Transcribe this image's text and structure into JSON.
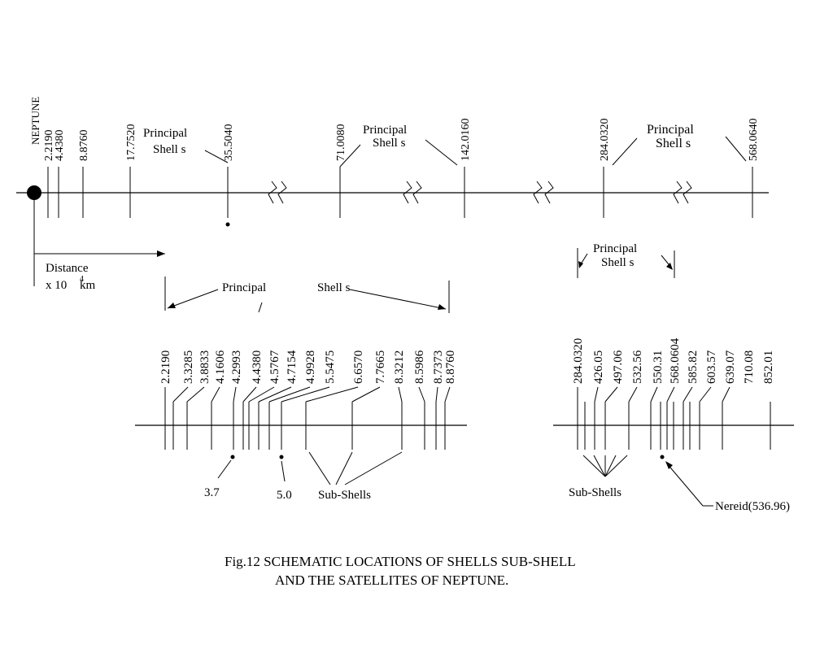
{
  "top_axis": {
    "planet_label": "NEPTUNE",
    "values": [
      "2.2190",
      "4.4380",
      "8.8760",
      "17.7520",
      "35.5040",
      "71.0080",
      "142.0160",
      "284.0320",
      "568.0640"
    ],
    "principal_word": "Principal",
    "shells_word": "Shell s",
    "distance_label": "Distance",
    "distance_unit_base": "x 10",
    "distance_exponent": "4",
    "distance_unit": "km"
  },
  "left_detail": {
    "values": [
      "2.2190",
      "3.3285",
      "3.8833",
      "4.1606",
      "4.2993",
      "4.4380",
      "4.5767",
      "4.7154",
      "4.9928",
      "5.5475",
      "6.6570",
      "7.7665",
      "8.3212",
      "8.5986",
      "8.7373",
      "8.8760"
    ],
    "principal_word": "Principal",
    "shells_word": "Shell s",
    "satellites": [
      "3.7",
      "5.0"
    ],
    "subshells_label": "Sub-Shells"
  },
  "right_detail": {
    "values": [
      "284.0320",
      "426.05",
      "497.06",
      "532.56",
      "550.31",
      "568.0604",
      "585.82",
      "603.57",
      "639.07",
      "710.08",
      "852.01"
    ],
    "principal_word": "Principal",
    "shells_word": "Shell s",
    "subshells_label": "Sub-Shells",
    "nereid_label": "Nereid(536.96)"
  },
  "caption": {
    "line1": "Fig.12 SCHEMATIC LOCATIONS OF SHELLS SUB-SHELL",
    "line2": "AND THE SATELLITES OF NEPTUNE."
  }
}
